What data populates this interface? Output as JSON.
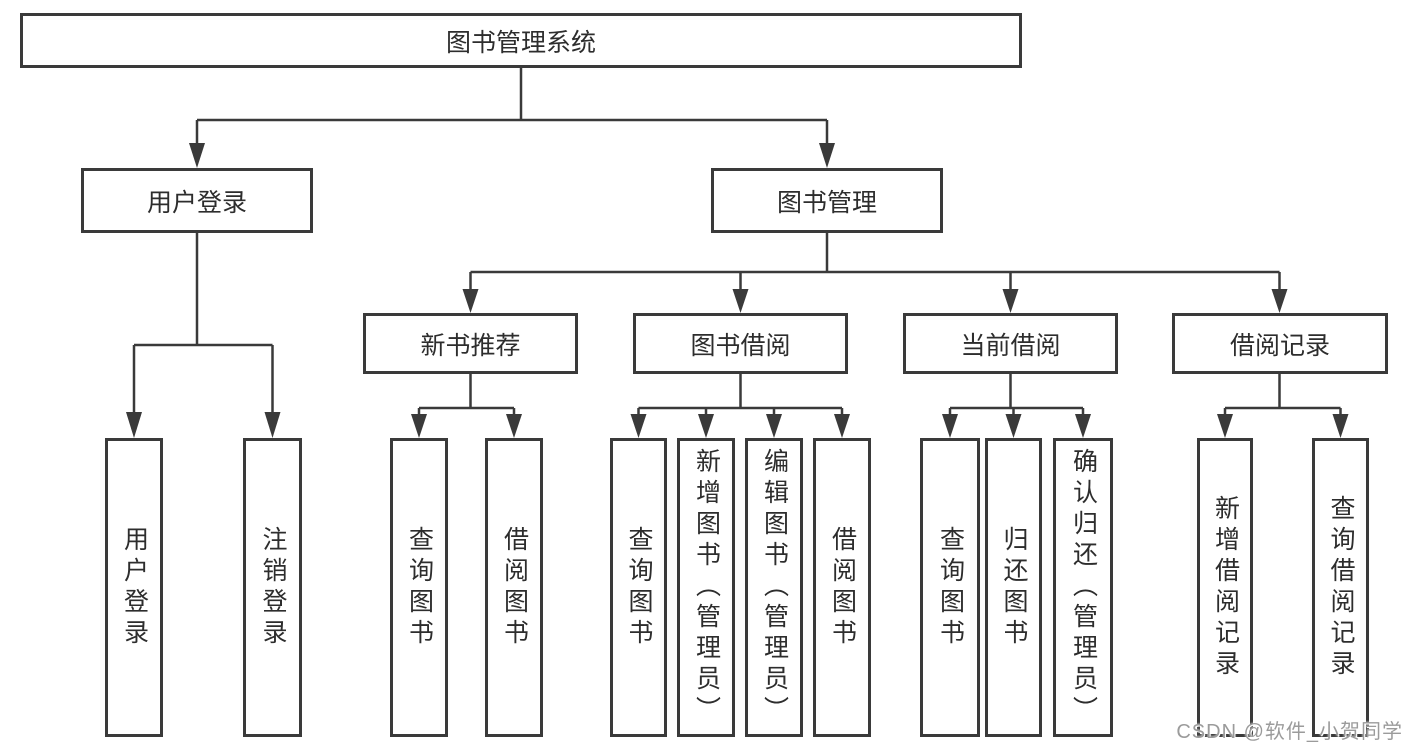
{
  "diagram": {
    "type": "functional-structure-tree",
    "tree": {
      "root": {
        "label": "图书管理系统",
        "children": [
          {
            "label": "用户登录",
            "children": [
              {
                "label": "用户登录"
              },
              {
                "label": "注销登录"
              }
            ]
          },
          {
            "label": "图书管理",
            "children": [
              {
                "label": "新书推荐",
                "children": [
                  {
                    "label": "查询图书"
                  },
                  {
                    "label": "借阅图书"
                  }
                ]
              },
              {
                "label": "图书借阅",
                "children": [
                  {
                    "label": "查询图书"
                  },
                  {
                    "label": "新增图书（管理员）"
                  },
                  {
                    "label": "编辑图书（管理员）"
                  },
                  {
                    "label": "借阅图书"
                  }
                ]
              },
              {
                "label": "当前借阅",
                "children": [
                  {
                    "label": "查询图书"
                  },
                  {
                    "label": "归还图书"
                  },
                  {
                    "label": "确认归还（管理员）"
                  }
                ]
              },
              {
                "label": "借阅记录",
                "children": [
                  {
                    "label": "新增借阅记录"
                  },
                  {
                    "label": "查询借阅记录"
                  }
                ]
              }
            ]
          }
        ]
      }
    },
    "colors": {
      "line": "#3a3a3a",
      "text": "#2d2d2d",
      "background": "#ffffff",
      "watermark": "#9b9b9b"
    }
  },
  "watermark": {
    "text": "CSDN @软件_小贺同学"
  }
}
